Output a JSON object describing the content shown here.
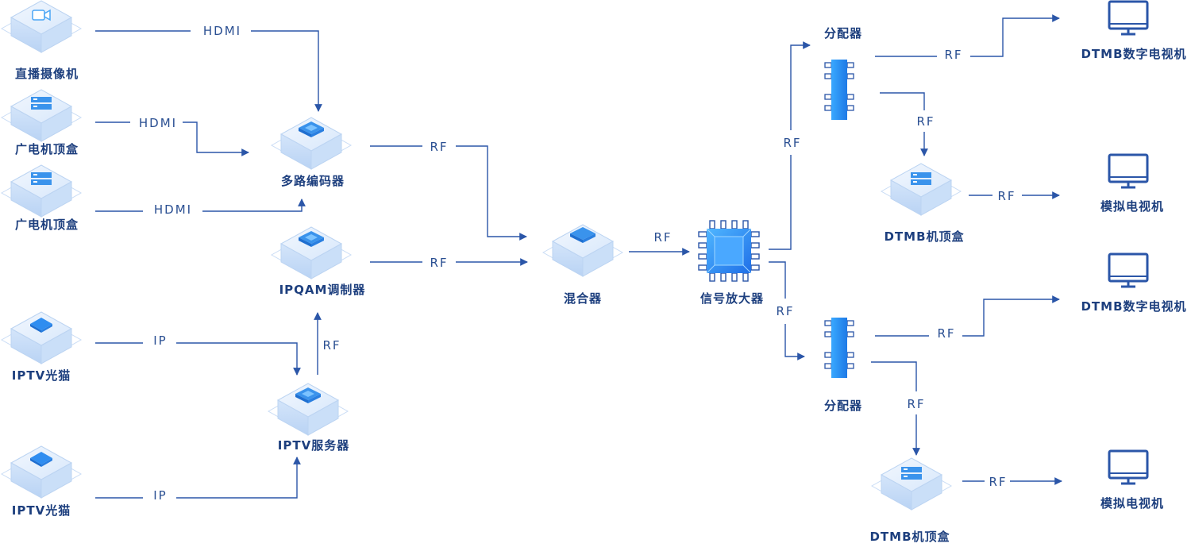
{
  "nodes": {
    "camera": "直播摄像机",
    "stb1": "广电机顶盒",
    "stb2": "广电机顶盒",
    "iptv_modem1": "IPTV光猫",
    "iptv_modem2": "IPTV光猫",
    "encoder": "多路编码器",
    "ipqam": "IPQAM调制器",
    "iptv_server": "IPTV服务器",
    "mixer": "混合器",
    "amplifier": "信号放大器",
    "splitter_top": "分配器",
    "splitter_bottom": "分配器",
    "dtmb_tv_top": "DTMB数字电视机",
    "dtmb_tv_bottom": "DTMB数字电视机",
    "analog_tv_top": "模拟电视机",
    "analog_tv_bottom": "模拟电视机",
    "dtmb_stb_top": "DTMB机顶盒",
    "dtmb_stb_bottom": "DTMB机顶盒"
  },
  "edges": {
    "camera_encoder": "HDMI",
    "stb1_encoder": "HDMI",
    "stb2_encoder": "HDMI",
    "modem1_server": "IP",
    "modem2_server": "IP",
    "server_ipqam": "RF",
    "encoder_mixer": "RF",
    "ipqam_mixer": "RF",
    "mixer_amp": "RF",
    "amp_splitter_top": "RF",
    "amp_splitter_bottom": "RF",
    "splitter_top_tv": "RF",
    "splitter_top_stb": "RF",
    "stb_top_analog": "RF",
    "splitter_bottom_tv": "RF",
    "splitter_bottom_stb": "RF",
    "stb_bottom_analog": "RF"
  },
  "colors": {
    "line": "#2b56a8",
    "box_top": "#e3eefc",
    "box_side": "#c6dcf7",
    "accent": "#2f8df0",
    "tv": "#2b56a8"
  }
}
